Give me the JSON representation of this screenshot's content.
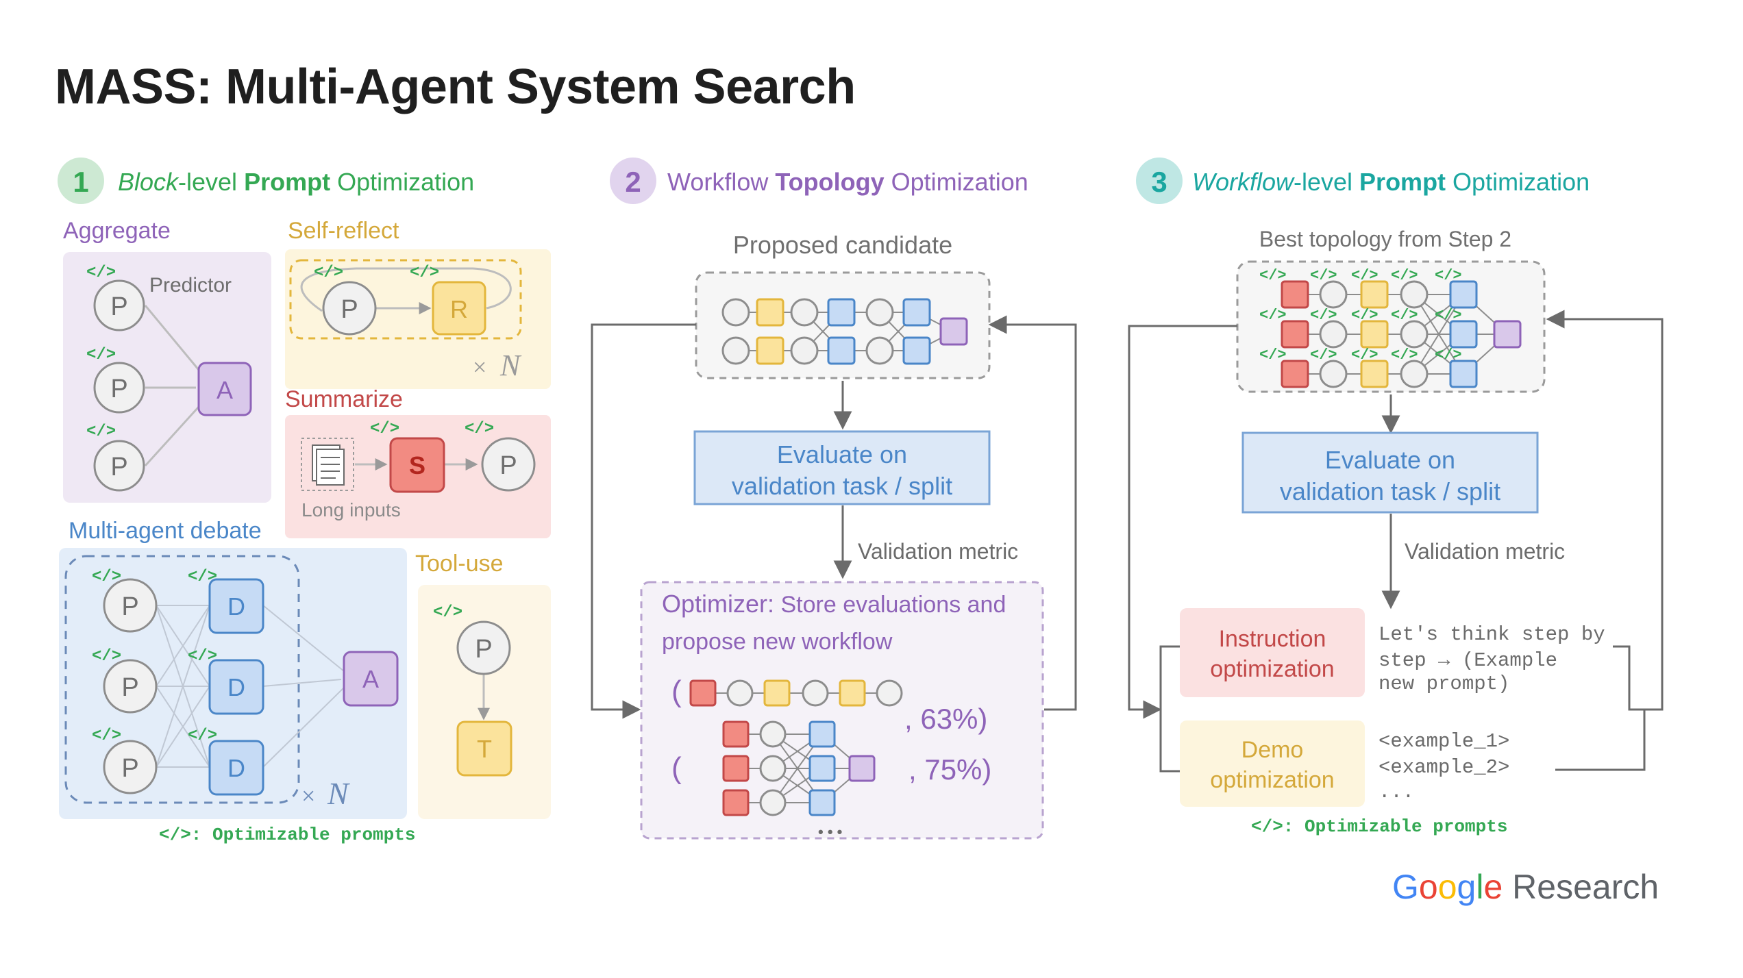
{
  "title": "MASS: Multi-Agent System Search",
  "colors": {
    "green": "#34a853",
    "purple": "#8e63b8",
    "teal": "#1aa6a0",
    "blue": "#4a86c8",
    "yellow": "#e3b63c",
    "red": "#d04848",
    "gray": "#616161"
  },
  "step1": {
    "number": "1",
    "label_a": "Block",
    "label_b": "-level ",
    "label_c": "Prompt",
    "label_d": " Optimization",
    "aggregate": {
      "title": "Aggregate",
      "predictor": "Predictor",
      "p": "P",
      "a": "A"
    },
    "self_reflect": {
      "title": "Self-reflect",
      "p": "P",
      "r": "R",
      "times": "×",
      "n": "N"
    },
    "summarize": {
      "title": "Summarize",
      "long_inputs": "Long inputs",
      "s": "S",
      "p": "P"
    },
    "debate": {
      "title": "Multi-agent debate",
      "p": "P",
      "d": "D",
      "a": "A",
      "times": "×",
      "n": "N"
    },
    "tool_use": {
      "title": "Tool-use",
      "p": "P",
      "t": "T"
    },
    "code_tag": "</>",
    "legend": "</>: Optimizable prompts"
  },
  "step2": {
    "number": "2",
    "label_a": "Workflow ",
    "label_b": "Topology",
    "label_c": " Optimization",
    "proposed": "Proposed candidate",
    "evaluate_line1": "Evaluate on",
    "evaluate_line2": "validation task / split",
    "metric": "Validation metric",
    "optimizer_a": "Optimizer:",
    "optimizer_b": " Store evaluations and",
    "optimizer_c": "propose new workflow",
    "open_paren": "(",
    "score1": ", 63%)",
    "score2": ", 75%)",
    "ellipsis": "• • •"
  },
  "step3": {
    "number": "3",
    "label_a": "Workflow",
    "label_b": "-level ",
    "label_c": "Prompt",
    "label_d": " Optimization",
    "best": "Best topology from Step 2",
    "evaluate_line1": "Evaluate on",
    "evaluate_line2": "validation task / split",
    "metric": "Validation metric",
    "instruction_line1": "Instruction",
    "instruction_line2": "optimization",
    "instruction_text1": "Let's think step by",
    "instruction_text2": "step → (Example",
    "instruction_text3": "new prompt)",
    "demo_line1": "Demo",
    "demo_line2": "optimization",
    "demo_text1": "<example_1>",
    "demo_text2": "<example_2>",
    "demo_text3": "...",
    "legend": "</>: Optimizable prompts"
  },
  "brand": {
    "g1": "G",
    "g2": "o",
    "g3": "o",
    "g4": "g",
    "g5": "l",
    "g6": "e",
    "research": " Research"
  }
}
